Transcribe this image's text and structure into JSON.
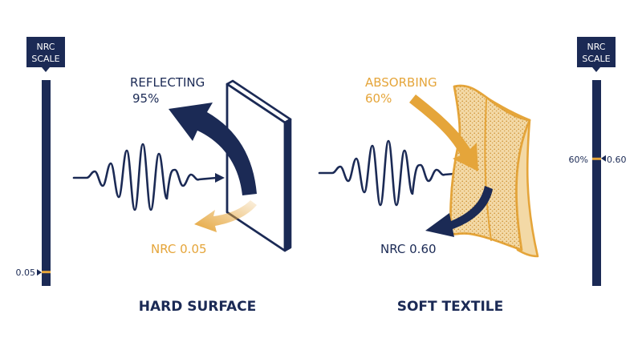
{
  "colors": {
    "navy": "#1b2a55",
    "gold": "#e5a53a",
    "tan": "#f3d9a6"
  },
  "icons": [
    "sound-wave-icon",
    "reflect-arrow-icon",
    "absorb-arrow-icon",
    "hard-panel-icon",
    "textile-panel-icon"
  ],
  "scale_left": {
    "tag_line1": "NRC",
    "tag_line2": "SCALE",
    "value": 0.05,
    "marker_label": "0.05"
  },
  "scale_right": {
    "tag_line1": "NRC",
    "tag_line2": "SCALE",
    "value": 0.6,
    "marker_label_left": "60%",
    "marker_label_right": "0.60"
  },
  "hard_surface": {
    "heading": "HARD SURFACE",
    "reflect_line1": "REFLECTING",
    "reflect_line2": "95%",
    "nrc_label": "NRC 0.05"
  },
  "soft_textile": {
    "heading": "SOFT TEXTILE",
    "absorb_line1": "ABSORBING",
    "absorb_line2": "60%",
    "nrc_label": "NRC 0.60"
  }
}
